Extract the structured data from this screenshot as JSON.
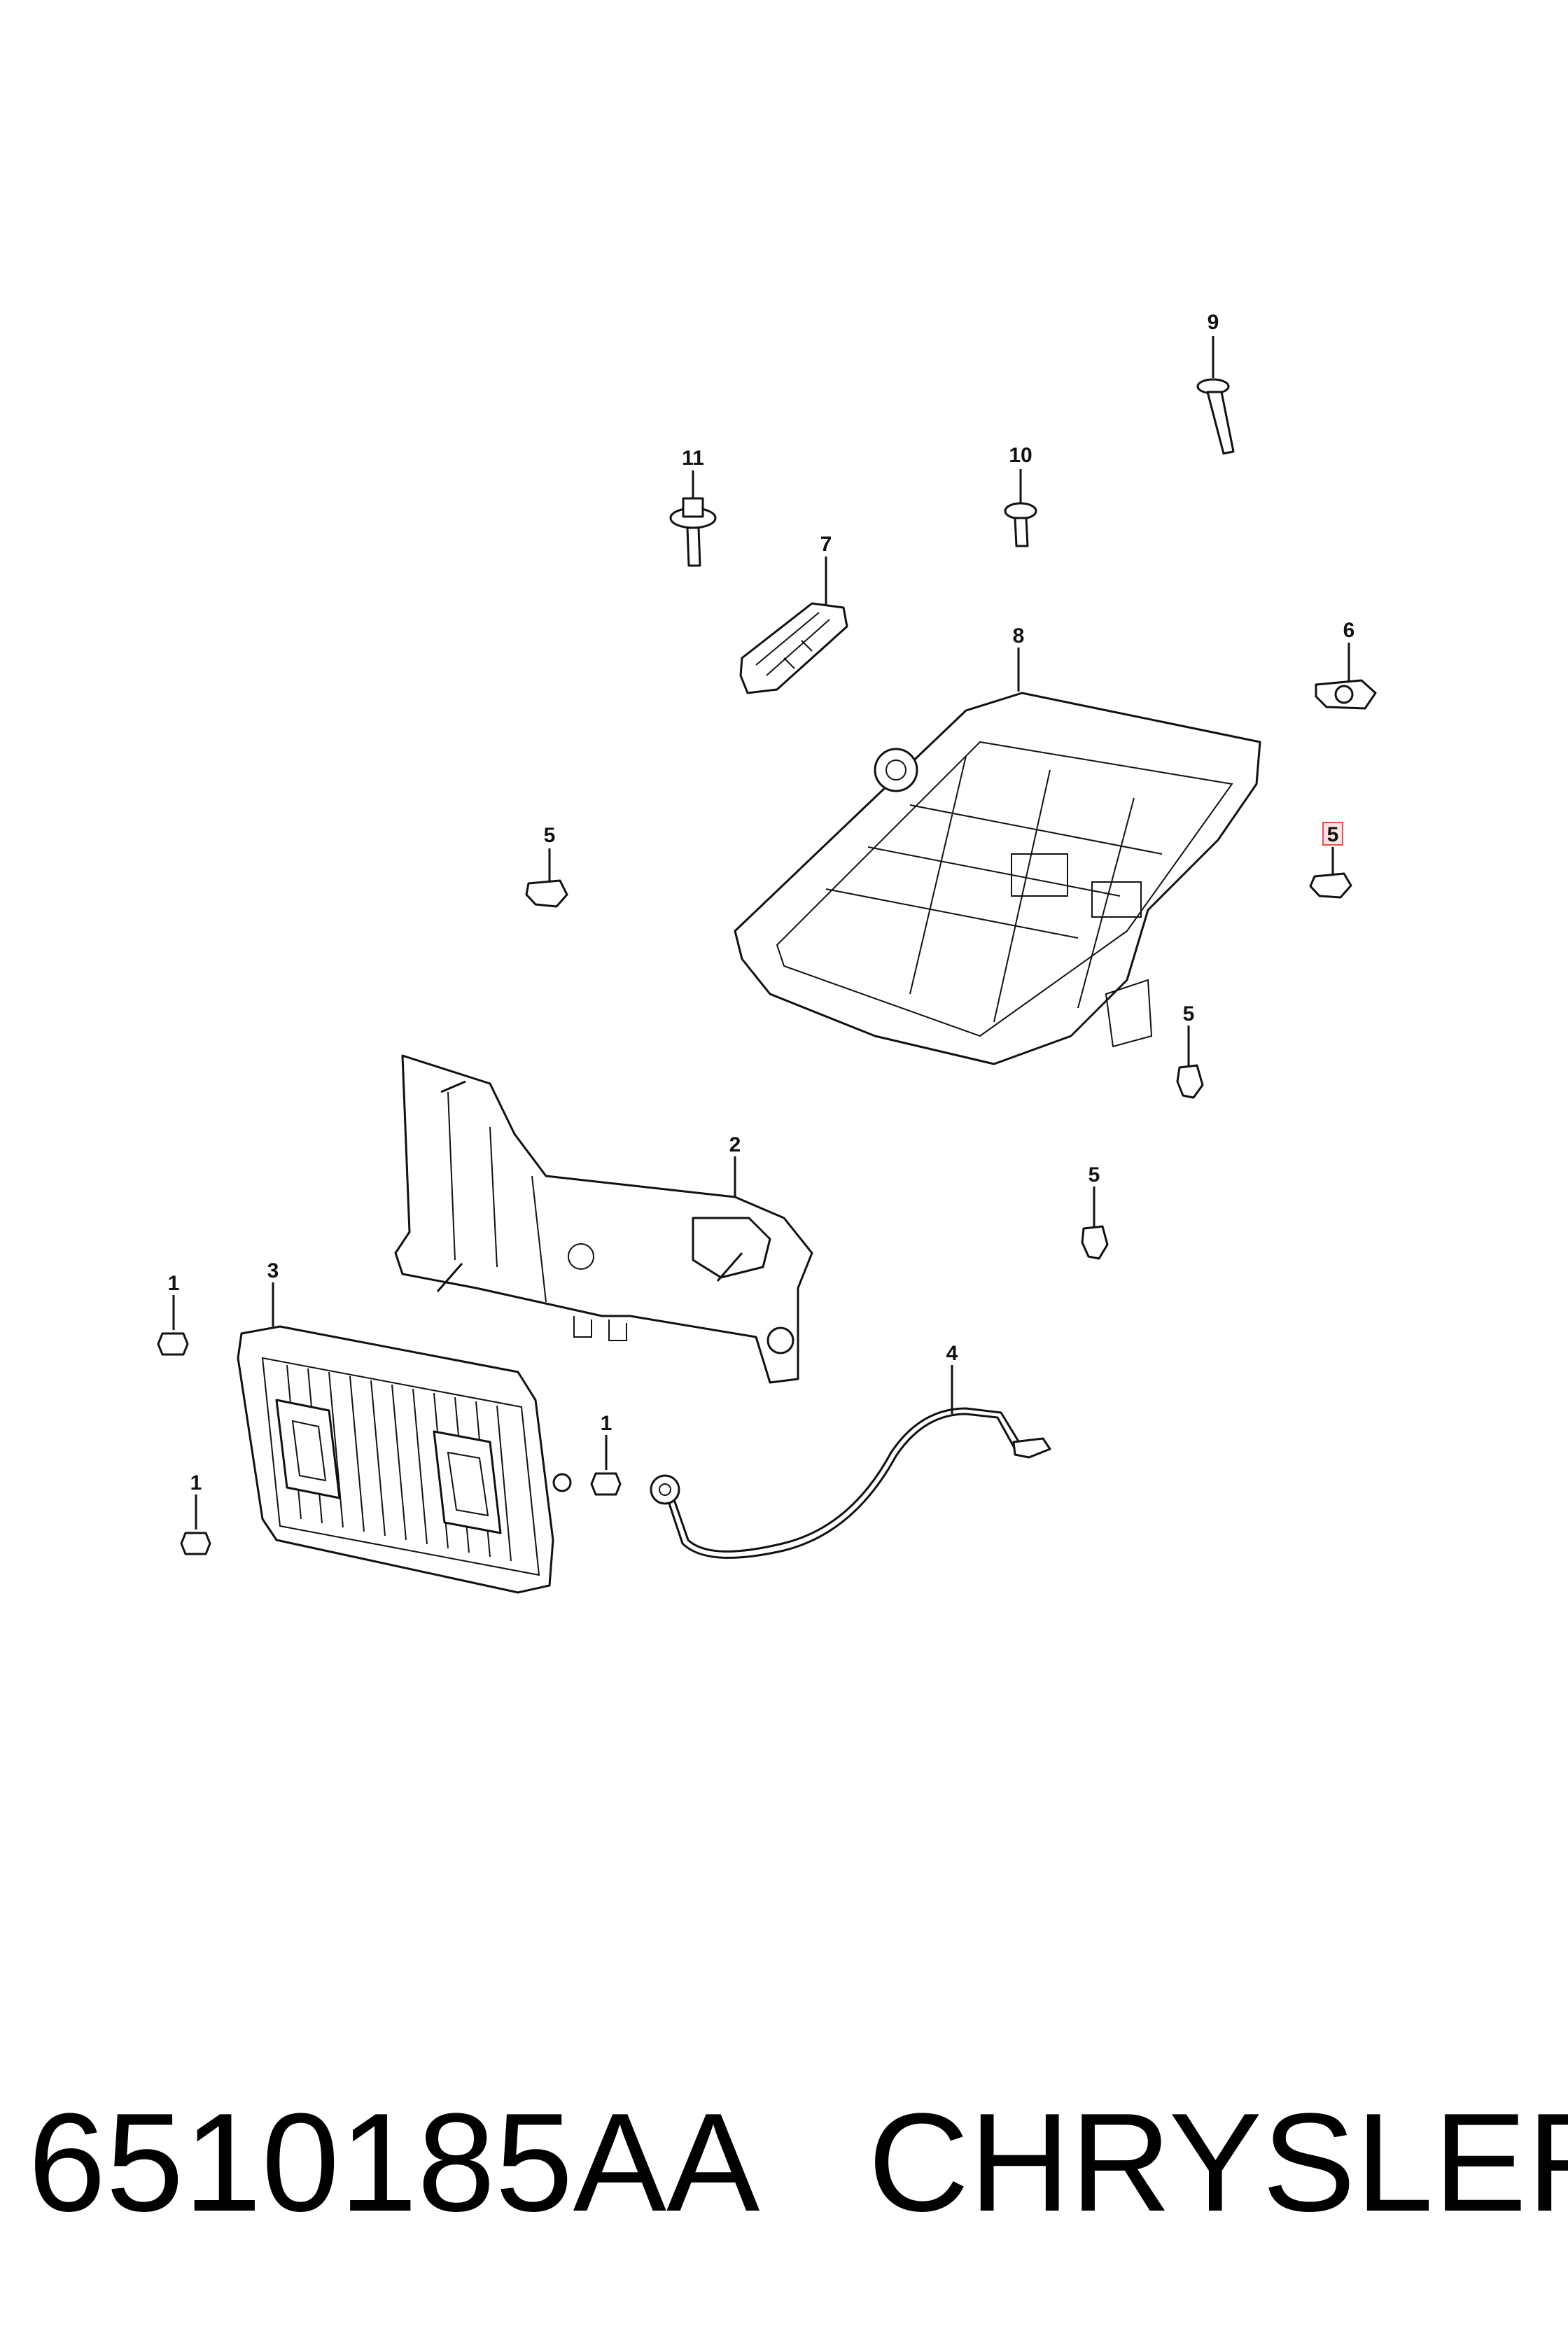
{
  "callouts": {
    "c1a": "1",
    "c1b": "1",
    "c1c": "1",
    "c2": "2",
    "c3": "3",
    "c4": "4",
    "c5a": "5",
    "c5b": "5",
    "c5c": "5",
    "c5d": "5",
    "c6": "6",
    "c7": "7",
    "c8": "8",
    "c9": "9",
    "c10": "10",
    "c11": "11"
  },
  "footer": {
    "part_number": "6510185AA",
    "brand": "CHRYSLER"
  },
  "colors": {
    "highlight": "#e05050"
  }
}
